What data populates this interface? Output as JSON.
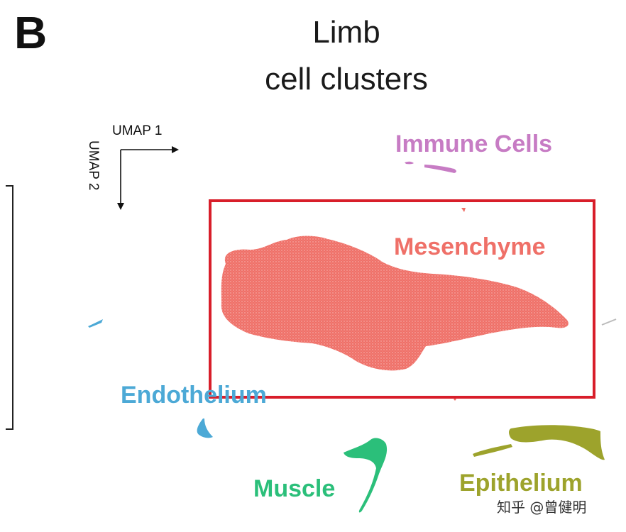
{
  "panel_letter": "B",
  "title_line1": "Limb",
  "title_line2": "cell clusters",
  "axes": {
    "x_label": "UMAP 1",
    "y_label": "UMAP 2"
  },
  "clusters": [
    {
      "id": "immune",
      "label": "Immune Cells",
      "color": "#c77cc4"
    },
    {
      "id": "mesenchyme",
      "label": "Mesenchyme",
      "color": "#ef7068"
    },
    {
      "id": "endothelium",
      "label": "Endothelium",
      "color": "#4ca9d6"
    },
    {
      "id": "muscle",
      "label": "Muscle",
      "color": "#2bbf7a"
    },
    {
      "id": "epithelium",
      "label": "Epithelium",
      "color": "#9da32c"
    }
  ],
  "highlight_color": "#d81e2a",
  "watermark": "知乎 @曾健明"
}
